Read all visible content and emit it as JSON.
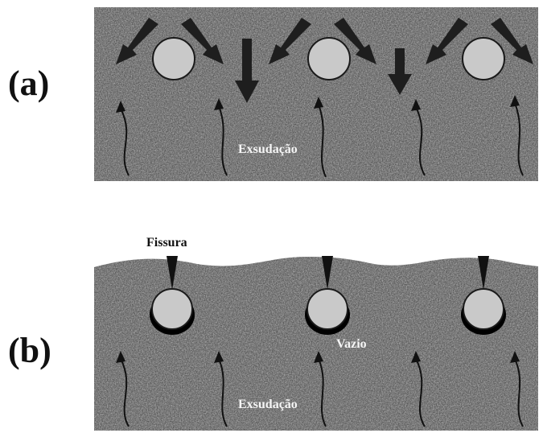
{
  "panels": {
    "a": {
      "label": "(a)",
      "exudation_label": "Exsudação"
    },
    "b": {
      "label": "(b)",
      "crack_label": "Fissura",
      "void_label": "Vazio",
      "exudation_label": "Exsudação"
    }
  },
  "colors": {
    "concrete": "#8e8e8e",
    "aggregate": "#c9c9c9",
    "arrow": "#1e1e1e",
    "void": "#000000",
    "text_light": "#f5f5f5",
    "text_dark": "#111111"
  }
}
